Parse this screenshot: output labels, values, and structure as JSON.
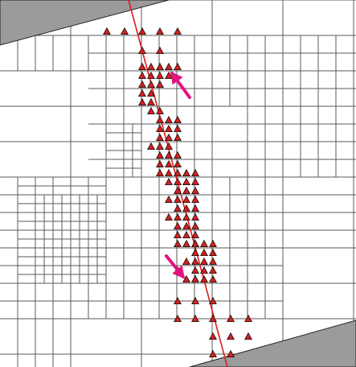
{
  "diagram": {
    "type": "quadtree-mesh-refinement",
    "colors": {
      "background": "#ffffff",
      "grid_line": "#5a5a5a",
      "boundary_fill": "#9b9b9b",
      "boundary_stroke": "#222222",
      "fault_line": "#e0191a",
      "marker_fill": "#d81e1e",
      "marker_stroke": "#111111",
      "arrow": "#e0157d"
    },
    "elements": {
      "top_boundary": "gray-boundary-region",
      "bottom_boundary": "gray-boundary-region",
      "fault": "red-line",
      "markers": "triangle-markers",
      "arrows": "magenta-arrows"
    }
  }
}
